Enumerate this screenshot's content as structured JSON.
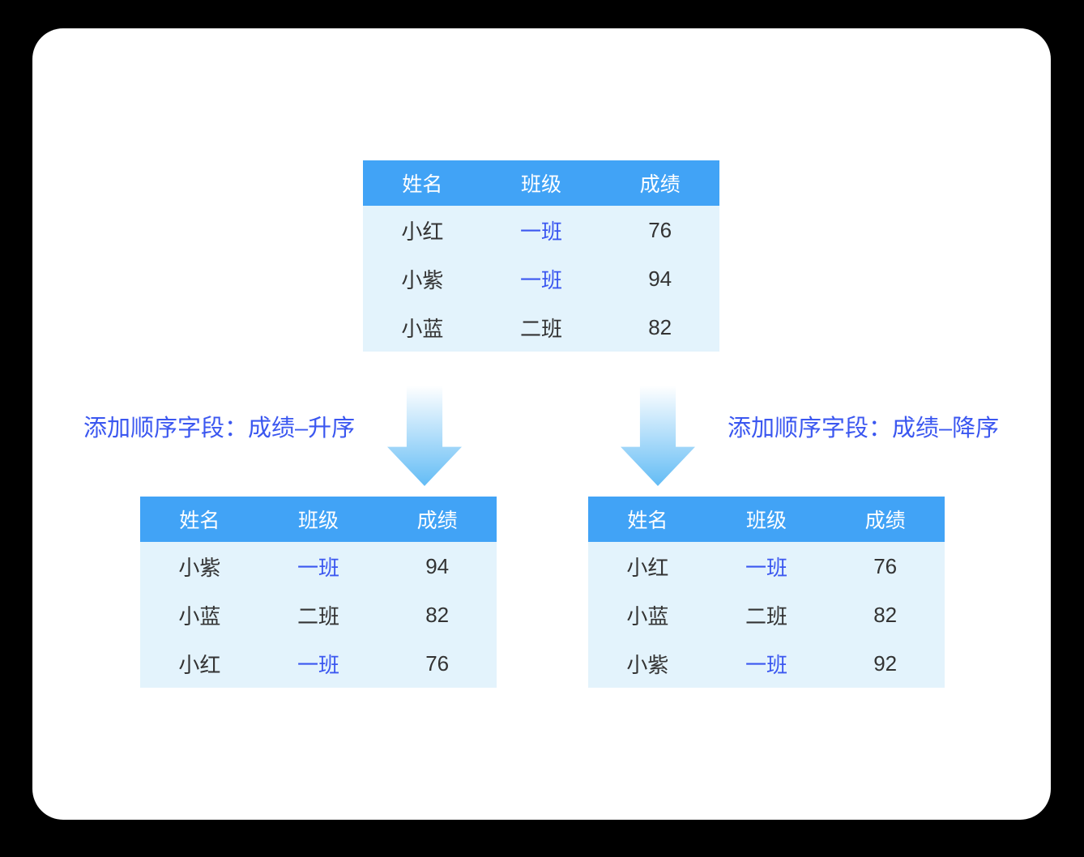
{
  "colors": {
    "card_bg": "#ffffff",
    "page_bg": "#000000",
    "header_bg": "#41a3f6",
    "header_text": "#ffffff",
    "body_bg": "#e3f3fc",
    "dark_text": "#333333",
    "accent_text": "#3b57f0",
    "arrow_top": "#ffffff",
    "arrow_bottom": "#63bcf5"
  },
  "columns": [
    "姓名",
    "班级",
    "成绩"
  ],
  "tables": {
    "original": {
      "rows": [
        {
          "name": "小红",
          "class": "一班",
          "class_accent": true,
          "score": "76"
        },
        {
          "name": "小紫",
          "class": "一班",
          "class_accent": true,
          "score": "94"
        },
        {
          "name": "小蓝",
          "class": "二班",
          "class_accent": false,
          "score": "82"
        }
      ]
    },
    "ascending": {
      "rows": [
        {
          "name": "小紫",
          "class": "一班",
          "class_accent": true,
          "score": "94"
        },
        {
          "name": "小蓝",
          "class": "二班",
          "class_accent": false,
          "score": "82"
        },
        {
          "name": "小红",
          "class": "一班",
          "class_accent": true,
          "score": "76"
        }
      ]
    },
    "descending": {
      "rows": [
        {
          "name": "小红",
          "class": "一班",
          "class_accent": true,
          "score": "76"
        },
        {
          "name": "小蓝",
          "class": "二班",
          "class_accent": false,
          "score": "82"
        },
        {
          "name": "小紫",
          "class": "一班",
          "class_accent": true,
          "score": "92"
        }
      ]
    }
  },
  "labels": {
    "ascending": "添加顺序字段：成绩–升序",
    "descending": "添加顺序字段：成绩–降序"
  }
}
